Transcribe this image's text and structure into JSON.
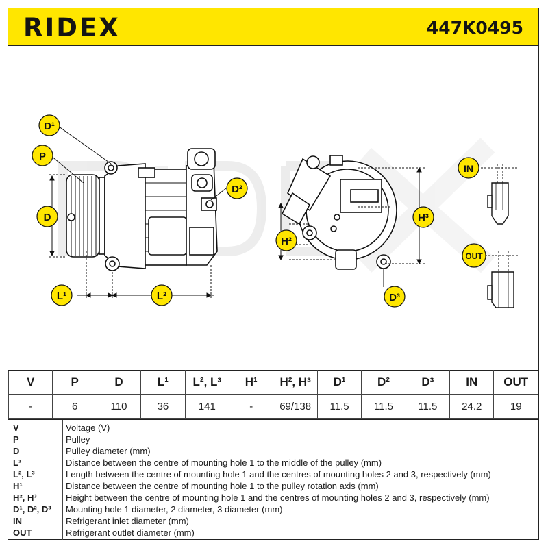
{
  "header": {
    "brand": "RIDEX",
    "part_number": "447K0495",
    "accent_color": "#ffe600"
  },
  "drawing": {
    "watermark": "RIDEX",
    "callouts": {
      "D1": "D¹",
      "P": "P",
      "D": "D",
      "D2": "D²",
      "L1": "L¹",
      "L2": "L²",
      "H2": "H²",
      "H3": "H³",
      "D3": "D³",
      "IN": "IN",
      "OUT": "OUT"
    }
  },
  "specs": {
    "headers": [
      "V",
      "P",
      "D",
      "L¹",
      "L², L³",
      "H¹",
      "H², H³",
      "D¹",
      "D²",
      "D³",
      "IN",
      "OUT"
    ],
    "values": [
      "-",
      "6",
      "110",
      "36",
      "141",
      "-",
      "69/138",
      "11.5",
      "11.5",
      "11.5",
      "24.2",
      "19"
    ]
  },
  "legend": [
    {
      "key": "V",
      "desc": "Voltage (V)"
    },
    {
      "key": "P",
      "desc": "Pulley"
    },
    {
      "key": "D",
      "desc": "Pulley diameter (mm)"
    },
    {
      "key": "L¹",
      "desc": "Distance between the centre of mounting hole 1 to the middle of the pulley (mm)"
    },
    {
      "key": "L², L³",
      "desc": "Length between the centre of mounting hole 1 and the centres of mounting holes 2 and 3, respectively (mm)"
    },
    {
      "key": "H¹",
      "desc": "Distance between the centre of mounting hole 1 to the pulley rotation axis (mm)"
    },
    {
      "key": "H², H³",
      "desc": "Height between the centre of mounting hole 1 and the centres of mounting holes 2 and 3, respectively (mm)"
    },
    {
      "key": "D¹, D², D³",
      "desc": "Mounting hole 1 diameter, 2 diameter, 3 diameter (mm)"
    },
    {
      "key": "IN",
      "desc": "Refrigerant inlet diameter (mm)"
    },
    {
      "key": "OUT",
      "desc": "Refrigerant outlet diameter (mm)"
    }
  ]
}
